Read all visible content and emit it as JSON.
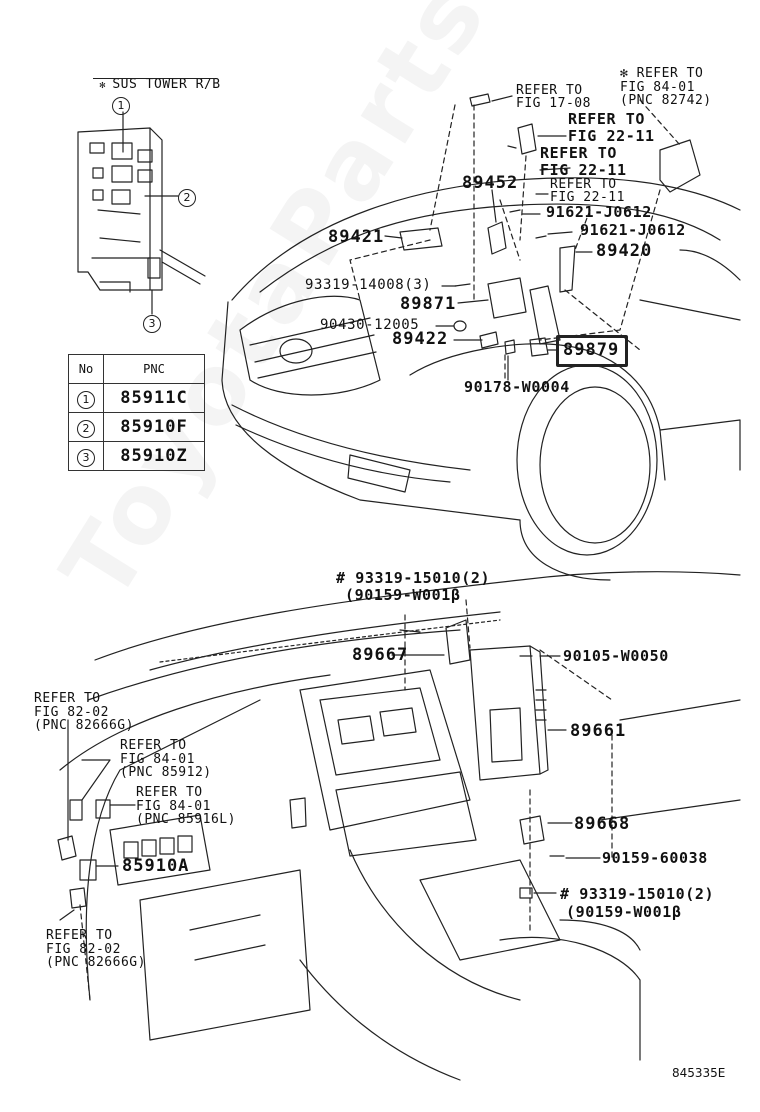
{
  "relay_block": {
    "title": "SUS TOWER R/B",
    "callout_1": "1",
    "callout_2": "2",
    "callout_3": "3"
  },
  "pnc_table": {
    "headers": [
      "No",
      "PNC"
    ],
    "rows": [
      {
        "no": "1",
        "pnc": "85911C"
      },
      {
        "no": "2",
        "pnc": "85910F"
      },
      {
        "no": "3",
        "pnc": "85910Z"
      }
    ]
  },
  "engine_bay": {
    "refer_17_08": [
      "REFER TO",
      "FIG 17-08"
    ],
    "refer_84_01_top": [
      "✻ REFER TO",
      "FIG 84-01",
      "(PNC 82742)"
    ],
    "refer_22_11_a": [
      "REFER TO",
      "FIG 22-11"
    ],
    "refer_22_11_b": [
      "REFER TO",
      "FIG 22-11"
    ],
    "refer_22_11_c": [
      "REFER TO",
      "FIG 22-11"
    ],
    "p89452": "89452",
    "p91621_a": "91621-J0612",
    "p91621_b": "91621-J0612",
    "p89421": "89421",
    "p89420": "89420",
    "p93319_14008": "93319-14008(3)",
    "p89871": "89871",
    "p90430": "90430-12005",
    "p89422": "89422",
    "p89879": "89879",
    "p90178": "90178-W0004"
  },
  "dash": {
    "p93319_top": "# 93319-15010(2)",
    "p90159_top": "(90159-W001β",
    "p89667": "89667",
    "p90105": "90105-W0050",
    "p89661": "89661",
    "p89668": "89668",
    "p90159_60038": "90159-60038",
    "p93319_bot": "# 93319-15010(2)",
    "p90159_bot": "(90159-W001β",
    "refer_82_02_a": [
      "REFER TO",
      "FIG 82-02",
      "(PNC 82666G)"
    ],
    "refer_84_01_b": [
      "REFER TO",
      "FIG 84-01",
      "(PNC 85912)"
    ],
    "refer_84_01_c": [
      "REFER TO",
      "FIG 84-01",
      "(PNC 85916L)"
    ],
    "p85910A": "85910A",
    "refer_82_02_b": [
      "REFER TO",
      "FIG 82-02",
      "(PNC 82666G)"
    ]
  },
  "figure_id": "845335E",
  "watermark": "ToyotaParts"
}
